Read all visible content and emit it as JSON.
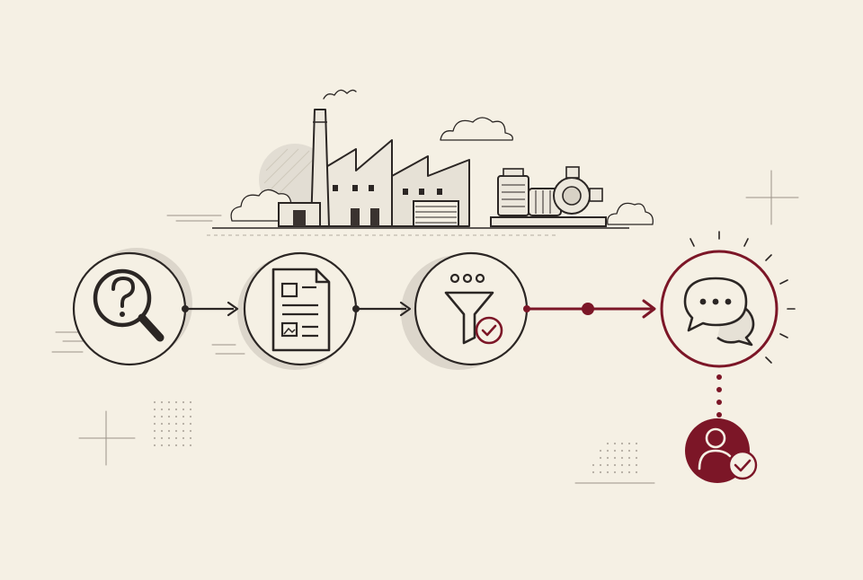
{
  "theme": {
    "background": "#f5f0e4",
    "ink": "#2b2624",
    "accent": "#7c1627",
    "shadow": "#dcd6cb"
  },
  "illustration": {
    "top_scene": [
      "factory-icon",
      "pump-icon",
      "cloud-icon"
    ],
    "steps": [
      {
        "id": "inquiry",
        "icon": "question-magnifier-icon",
        "style": "ink"
      },
      {
        "id": "documentation",
        "icon": "document-icon",
        "style": "ink"
      },
      {
        "id": "filtering",
        "icon": "funnel-check-icon",
        "style": "ink"
      },
      {
        "id": "consultation",
        "icon": "chat-bubbles-icon",
        "style": "accent",
        "highlighted": true
      }
    ],
    "connectors": [
      {
        "from": "inquiry",
        "to": "documentation",
        "style": "ink"
      },
      {
        "from": "documentation",
        "to": "filtering",
        "style": "ink"
      },
      {
        "from": "filtering",
        "to": "consultation",
        "style": "accent"
      }
    ],
    "outcome": {
      "icon": "user-check-icon",
      "linked_to": "consultation",
      "style": "accent-filled"
    }
  }
}
